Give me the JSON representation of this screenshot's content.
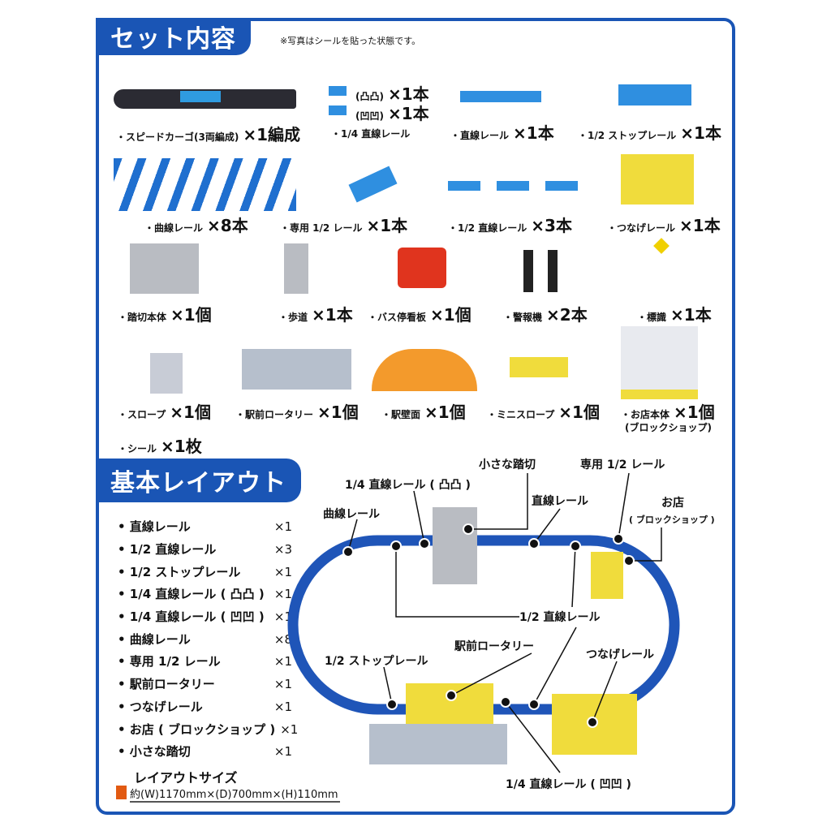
{
  "contents": {
    "title": "セット内容",
    "note": "※写真はシールを貼った状態です。",
    "items": [
      {
        "label": "・スピードカーゴ(3両編成)",
        "count": "×1編成"
      },
      {
        "label": "・1/4 直線レール",
        "variants": [
          {
            "label": "(凸凸)",
            "count": "×1本"
          },
          {
            "label": "(凹凹)",
            "count": "×1本"
          }
        ]
      },
      {
        "label": "・直線レール",
        "count": "×1本"
      },
      {
        "label": "・1/2 ストップレール",
        "count": "×1本"
      },
      {
        "label": "・曲線レール",
        "count": "×8本"
      },
      {
        "label": "・専用 1/2 レール",
        "count": "×1本"
      },
      {
        "label": "・1/2 直線レール",
        "count": "×3本"
      },
      {
        "label": "・つなげレール",
        "count": "×1本"
      },
      {
        "label": "・踏切本体",
        "count": "×1個"
      },
      {
        "label": "・歩道",
        "count": "×1本"
      },
      {
        "label": "・バス停看板",
        "count": "×1個"
      },
      {
        "label": "・警報機",
        "count": "×2本"
      },
      {
        "label": "・標識",
        "count": "×1本"
      },
      {
        "label": "・スロープ",
        "count": "×1個"
      },
      {
        "label": "・駅前ロータリー",
        "count": "×1個"
      },
      {
        "label": "・駅壁面",
        "count": "×1個"
      },
      {
        "label": "・ミニスロープ",
        "count": "×1個"
      },
      {
        "label": "・お店本体",
        "count": "×1個",
        "sub": "(ブロックショップ)"
      },
      {
        "label": "・シール",
        "count": "×1枚"
      }
    ]
  },
  "layout": {
    "title": "基本レイアウト",
    "list": [
      {
        "label": "• 直線レール",
        "count": "×1"
      },
      {
        "label": "• 1/2 直線レール",
        "count": "×3"
      },
      {
        "label": "• 1/2 ストップレール",
        "count": "×1"
      },
      {
        "label": "• 1/4 直線レール ( 凸凸 )",
        "count": "×1"
      },
      {
        "label": "• 1/4 直線レール ( 凹凹 )",
        "count": "×1"
      },
      {
        "label": "• 曲線レール",
        "count": "×8"
      },
      {
        "label": "• 専用 1/2 レール",
        "count": "×1"
      },
      {
        "label": "• 駅前ロータリー",
        "count": "×1"
      },
      {
        "label": "• つなげレール",
        "count": "×1"
      },
      {
        "label": "• お店 ( ブロックショップ )",
        "count": "×1"
      },
      {
        "label": "• 小さな踏切",
        "count": "×1"
      }
    ],
    "size_title": "レイアウトサイズ",
    "size_value": "約(W)1170mm×(D)700mm×(H)110mm",
    "callouts": {
      "small_crossing": "小さな踏切",
      "special_half": "専用 1/2 レール",
      "quarter_convex": "1/4 直線レール ( 凸凸 )",
      "straight": "直線レール",
      "curve": "曲線レール",
      "shop": "お店",
      "shop_sub": "( ブロックショップ )",
      "half_straight": "1/2 直線レール",
      "rotary": "駅前ロータリー",
      "half_stop": "1/2 ストップレール",
      "connect": "つなげレール",
      "quarter_concave": "1/4 直線レール ( 凹凹 )"
    }
  },
  "colors": {
    "brand": "#1a55b5",
    "rail": "#1f55b8",
    "yellow": "#f0dc3c",
    "gray": "#b9bcc2",
    "orange": "#e25a12"
  }
}
